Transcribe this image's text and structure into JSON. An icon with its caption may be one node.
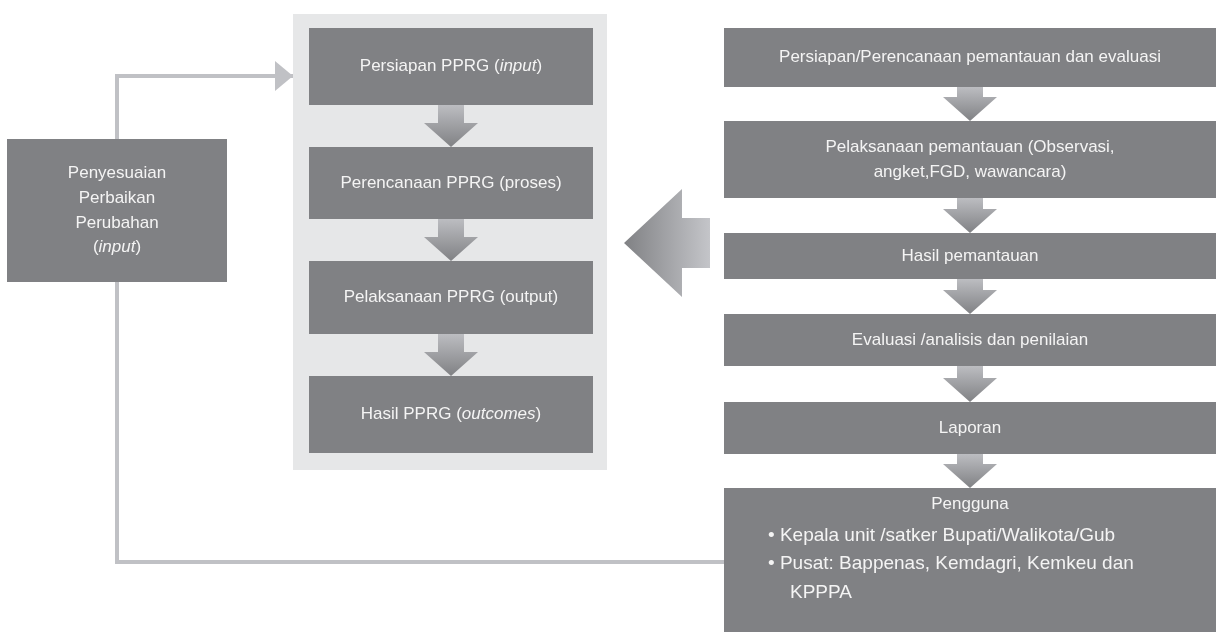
{
  "diagram": {
    "nodes": [
      {
        "text": [
          "Penyesuaian Perbaikan Perubahan (*input*)"
        ]
      },
      {
        "text": [],
        "shape": "box"
      },
      {
        "text": [
          "Persiapan PPRG (*input*)"
        ],
        "in": 1
      },
      {
        "text": [
          "Perencanaan PPRG (proses)"
        ],
        "in": 1
      },
      {
        "text": [
          "Pelaksanaan PPRG (output)"
        ],
        "in": 1
      },
      {
        "text": [
          "Hasil PPRG (*outcomes*)"
        ],
        "in": 1
      },
      {
        "text": [
          "Persiapan/Perencanaan pemantauan dan evaluasi"
        ]
      },
      {
        "text": [
          "Pelaksanaan pemantauan (Observasi, angket,FGD, wawancara)"
        ]
      },
      {
        "text": [
          "Hasil pemantauan"
        ]
      },
      {
        "text": [
          "Evaluasi /analisis dan penilaian"
        ]
      },
      {
        "text": [
          "Laporan"
        ]
      },
      {
        "text": [
          "Pengguna",
          "• Kepala unit /satker Bupati/Walikota/Gub",
          "• Pusat: Bappenas, Kemdagri, Kemkeu dan KPPPA"
        ]
      }
    ],
    "edges": [
      {
        "from": 0,
        "to": 1,
        "arrow": "to",
        "color": "#c0c1c5"
      },
      {
        "from": 2,
        "to": 3,
        "arrow": "to",
        "style": "thick"
      },
      {
        "from": 3,
        "to": 4,
        "arrow": "to",
        "style": "thick"
      },
      {
        "from": 4,
        "to": 5,
        "arrow": "to",
        "style": "thick"
      },
      {
        "from": 6,
        "to": 7,
        "arrow": "to",
        "style": "thick"
      },
      {
        "from": 7,
        "to": 8,
        "arrow": "to",
        "style": "thick"
      },
      {
        "from": 8,
        "to": 9,
        "arrow": "to",
        "style": "thick"
      },
      {
        "from": 9,
        "to": 10,
        "arrow": "to",
        "style": "thick"
      },
      {
        "from": 10,
        "to": 11,
        "arrow": "to",
        "style": "thick"
      },
      {
        "from": 11,
        "to": 0,
        "arrow": "none",
        "color": "#c0c1c5"
      },
      {
        "from": null,
        "to": 1,
        "arrow": "to",
        "style": "thick"
      }
    ]
  }
}
